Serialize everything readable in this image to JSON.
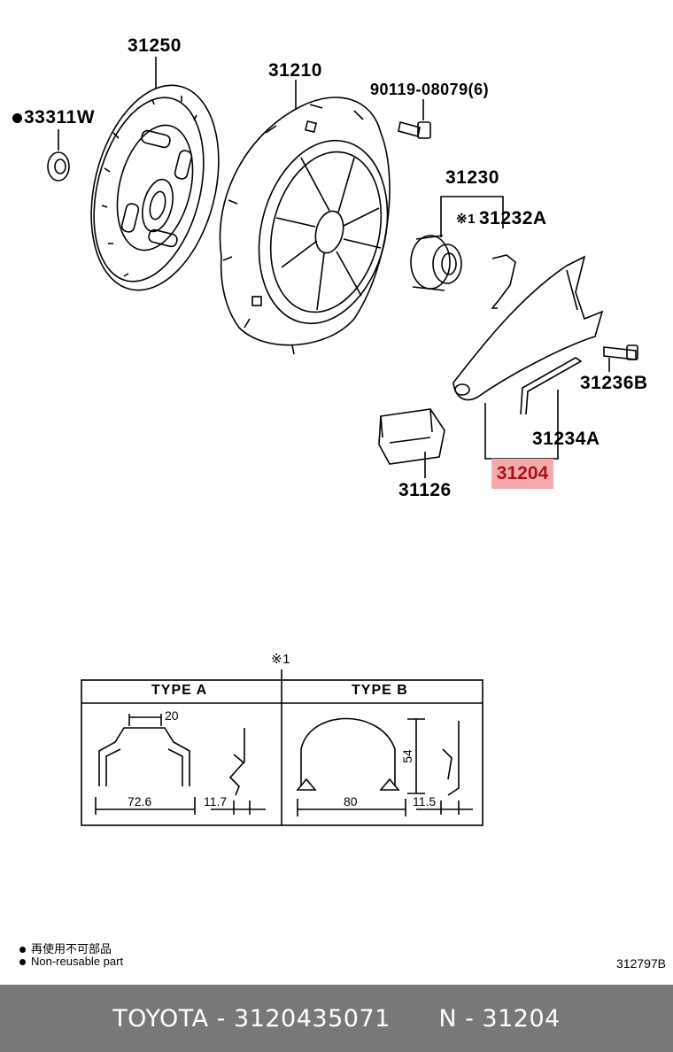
{
  "parts": {
    "p31250": "31250",
    "p33311w": "33311W",
    "p31210": "31210",
    "p90119": "90119-08079(6)",
    "p31230": "31230",
    "p31232a_mark": "※1",
    "p31232a": "31232A",
    "p31236b": "31236B",
    "p31234a": "31234A",
    "p31204": "31204",
    "p31126": "31126"
  },
  "detail": {
    "ref_mark": "※1",
    "type_a": "TYPE A",
    "type_b": "TYPE B",
    "dim_a_top": "20",
    "dim_a_width": "72.6",
    "dim_a_clip": "11.7",
    "dim_b_height": "54",
    "dim_b_width": "80",
    "dim_b_clip": "11.5"
  },
  "notes": {
    "jp": "再使用不可部品",
    "en": "Non-reusable part"
  },
  "diagram_id": "312797B",
  "footer": {
    "brand": "TOYOTA",
    "part_number": "3120435071",
    "n_code": "N - 31204"
  },
  "colors": {
    "highlight_bg": "#f4a9ad",
    "highlight_text": "#b0101a",
    "footer_bg": "#787878"
  }
}
